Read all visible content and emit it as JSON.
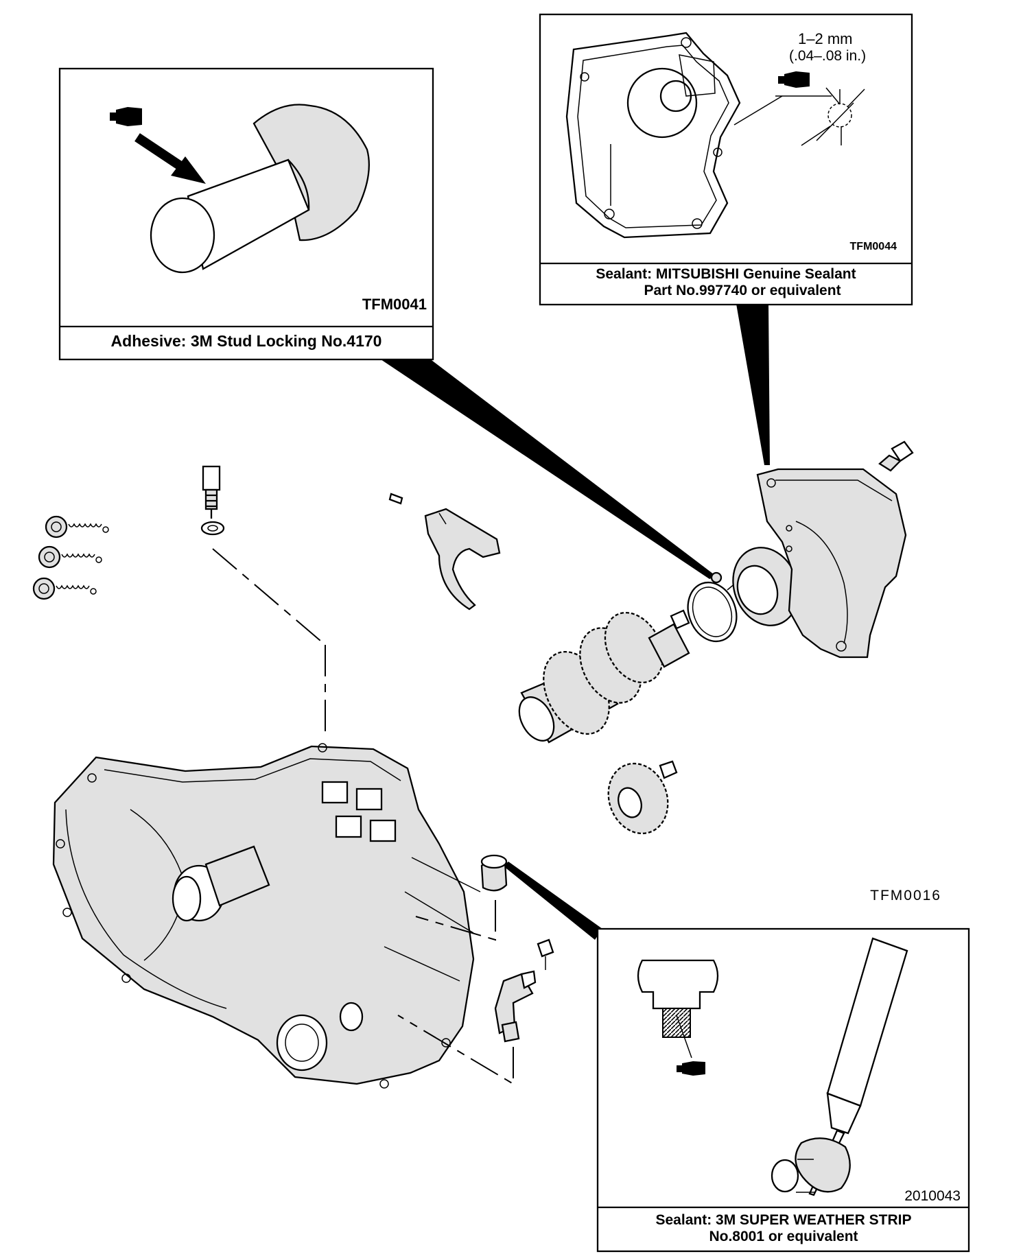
{
  "callouts": {
    "adhesive": {
      "figure_code": "TFM0041",
      "label": "Adhesive: 3M Stud Locking No.4170"
    },
    "sealant_case": {
      "figure_code": "TFM0044",
      "dim_mm": "1–2 mm",
      "dim_in": "(.04–.08 in.)",
      "label_line1": "Sealant: MITSUBISHI Genuine Sealant",
      "label_line2": "Part No.997740 or equivalent"
    },
    "sealant_plug": {
      "figure_code": "2010043",
      "label_line1": "Sealant: 3M SUPER WEATHER STRIP",
      "label_line2": "No.8001 or equivalent"
    }
  },
  "main_figure_code": "TFM0016"
}
